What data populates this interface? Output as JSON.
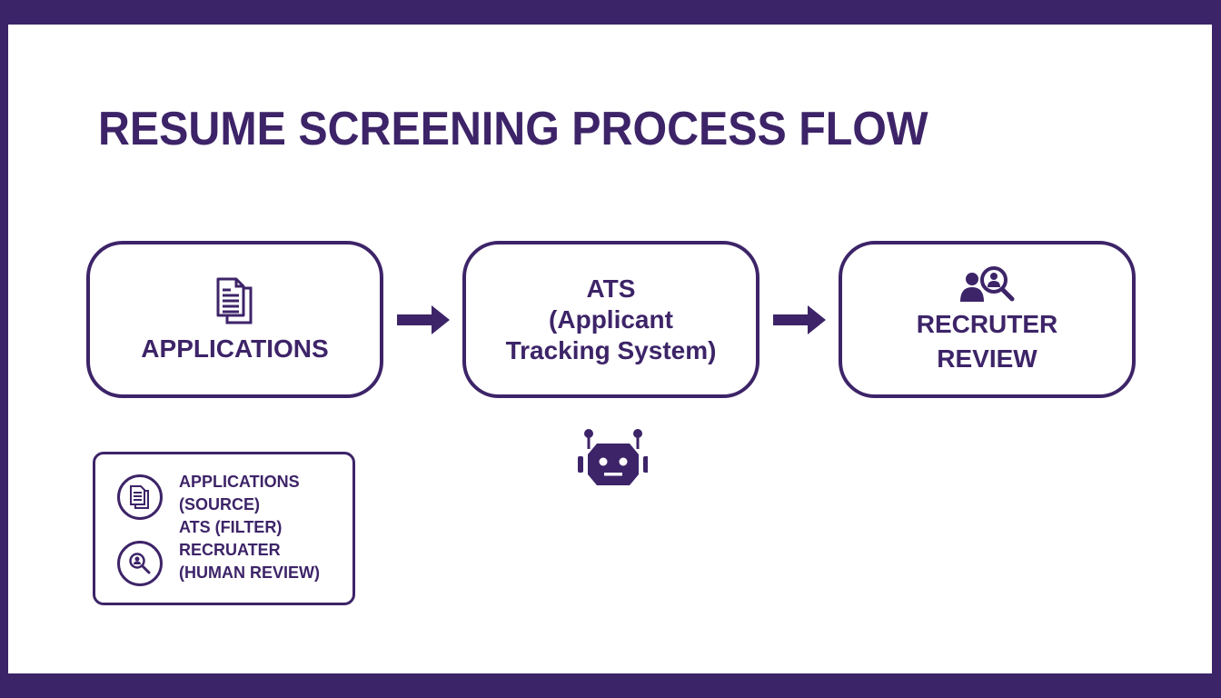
{
  "title": "RESUME SCREENING PROCESS FLOW",
  "colors": {
    "primary": "#3d2468",
    "frame": "#3c2468",
    "background": "#ffffff"
  },
  "flow": {
    "steps": [
      {
        "icon": "documents-icon",
        "label": "APPLICATIONS"
      },
      {
        "icon": "",
        "label_lines": [
          "ATS",
          "(Applicant",
          "Tracking System)"
        ]
      },
      {
        "icon": "recruiter-search-icon",
        "label_lines": [
          "RECRUTER",
          "REVIEW"
        ]
      }
    ],
    "connectors": [
      "arrow-right",
      "arrow-right"
    ],
    "ats_badge_icon": "robot-icon"
  },
  "legend": {
    "icons": [
      "documents-icon",
      "person-search-icon"
    ],
    "lines": [
      "APPLICATIONS",
      "(SOURCE)",
      "ATS (FILTER)",
      "RECRUATER",
      "(HUMAN REVIEW)"
    ]
  }
}
